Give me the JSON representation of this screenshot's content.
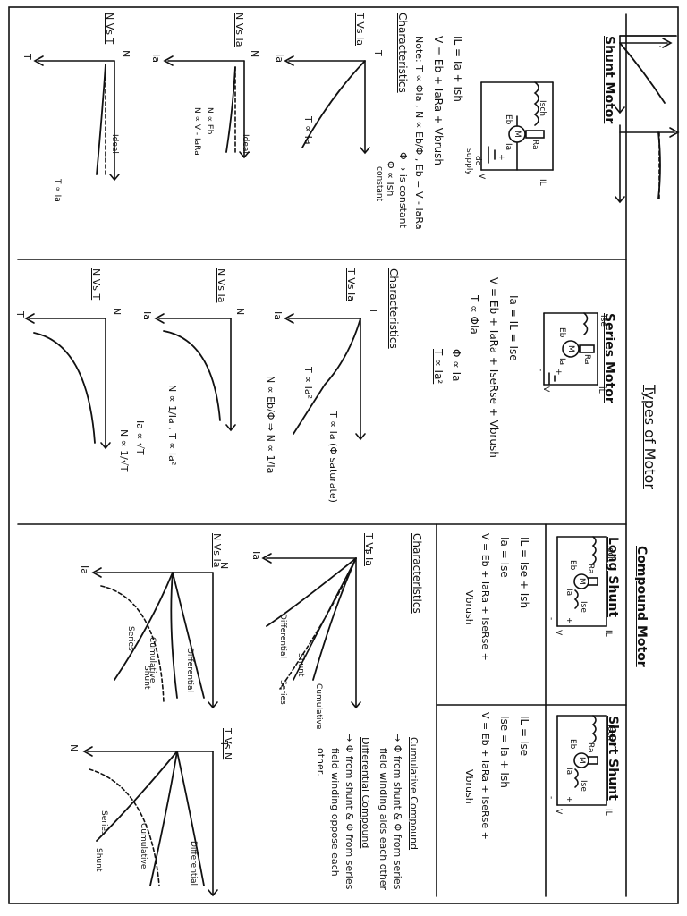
{
  "title": "Types of Motor",
  "shunt": {
    "heading": "Shunt Motor",
    "circuit": {
      "lbl_isch": "Isch",
      "lbl_il": "IL",
      "lbl_ia": "Ia",
      "lbl_ra": "Ra",
      "lbl_eb": "Eb",
      "lbl_m": "M",
      "lbl_v": "V",
      "lbl_plus": "+",
      "lbl_dc": "dc",
      "lbl_supply": "supply"
    },
    "eq1": "IL = Ia + Ish",
    "eq2": "V = Eb + IaRa + Vbrush",
    "note": "Note: T ∝ ΦIa , N ∝ Eb/Φ , Eb = V - IaRa",
    "phi": "Φ → is constant",
    "phi_ish": "Φ ∝ Ish",
    "constant": "constant",
    "char": "Characteristics",
    "graph1": {
      "title": "T Vs Ia",
      "y": "T",
      "x": "Ia",
      "curve": "T ∝ Ia"
    },
    "graph2": {
      "title": "N Vs Ia",
      "y": "N",
      "x": "Ia",
      "ideal": "Ideal",
      "n1": "N ∝ Eb",
      "n2": "N ∝ V - IaRa"
    },
    "graph3": {
      "title": "N Vs T",
      "y": "N",
      "x": "T",
      "ideal": "Ideal",
      "tia": "T ∝ Ia"
    }
  },
  "series": {
    "heading": "Series Motor",
    "circuit": {
      "lbl_ise": "Ise",
      "lbl_il": "IL",
      "lbl_ia": "Ia",
      "lbl_ra": "Ra",
      "lbl_eb": "Eb",
      "lbl_m": "M",
      "lbl_v": "V",
      "lbl_plus": "+",
      "lbl_minus": "-"
    },
    "eq1": "Ia = IL = Ise",
    "eq2": "V = Eb + IaRa + IseRse + Vbrush",
    "eq3": "T ∝ ΦIa",
    "eq4": "Φ ∝ Ia",
    "eq5": "T ∝ Ia²",
    "char": "Characteristics",
    "graph1": {
      "title": "T Vs Ia",
      "y": "T",
      "x": "Ia",
      "c1": "T ∝ Ia²",
      "c2": "T ∝ Ia (Φ saturate)",
      "n1": "N ∝ Eb/Φ ⇒ N ∝ 1/Ia"
    },
    "graph2": {
      "title": "N Vs Ia",
      "y": "N",
      "x": "Ia",
      "rel": "N ∝ 1/Ia , T ∝ Ia²"
    },
    "graph3": {
      "title": "N Vs T",
      "y": "N",
      "x": "T",
      "r1": "Ia ∝ √T",
      "r2": "N ∝ 1/√T"
    }
  },
  "compound": {
    "heading": "Compound Motor",
    "long": {
      "heading": "Long Shunt",
      "circuit": {
        "lbl_isch": "Isch",
        "lbl_il": "IL",
        "lbl_ia": "Ia",
        "lbl_ise": "Ise",
        "lbl_ra": "Ra",
        "lbl_eb": "Eb",
        "lbl_m": "M",
        "lbl_v": "V",
        "lbl_plus": "+",
        "lbl_minus": "-"
      },
      "eq1": "IL = Ise + Ish",
      "eq2": "Ia = Ise",
      "eq3": "V = Eb + IaRa + IseRse +",
      "eq4": "Vbrush"
    },
    "short": {
      "heading": "Short Shunt",
      "circuit": {
        "lbl_isch": "Isch",
        "lbl_il": "IL",
        "lbl_ia": "Ia",
        "lbl_ise": "Ise",
        "lbl_ra": "Ra",
        "lbl_eb": "Eb",
        "lbl_m": "M",
        "lbl_v": "V",
        "lbl_plus": "+",
        "lbl_minus": "-"
      },
      "eq1": "IL = Ise",
      "eq2": "Ise = Ia + Ish",
      "eq3": "V = Eb + IaRa + IseRse +",
      "eq4": "Vbrush"
    },
    "char": "Characteristics",
    "graph1": {
      "title": "T Vs Ia",
      "y": "T",
      "x": "Ia",
      "series": "Series",
      "cum": "Cumulative",
      "shunt": "Shunt",
      "diff": "Differential"
    },
    "graph2": {
      "title": "N Vs Ia",
      "y": "N",
      "x": "Ia",
      "series": "Series",
      "cum": "Cumulative",
      "shunt": "Shunt",
      "diff": "Differential"
    },
    "graph3": {
      "title": "T Vs N",
      "y": "T",
      "x": "N",
      "series": "Series",
      "cum": "Cumulative",
      "shunt": "Shunt",
      "diff": "Differential"
    },
    "notes": [
      "Cumulative Compound",
      "→ Φ from shunt & Φ from series",
      "field winding aids each other",
      "Differential Compound",
      "→ Φ from shunt & Φ from series",
      "field winding oppose each",
      "other."
    ]
  }
}
